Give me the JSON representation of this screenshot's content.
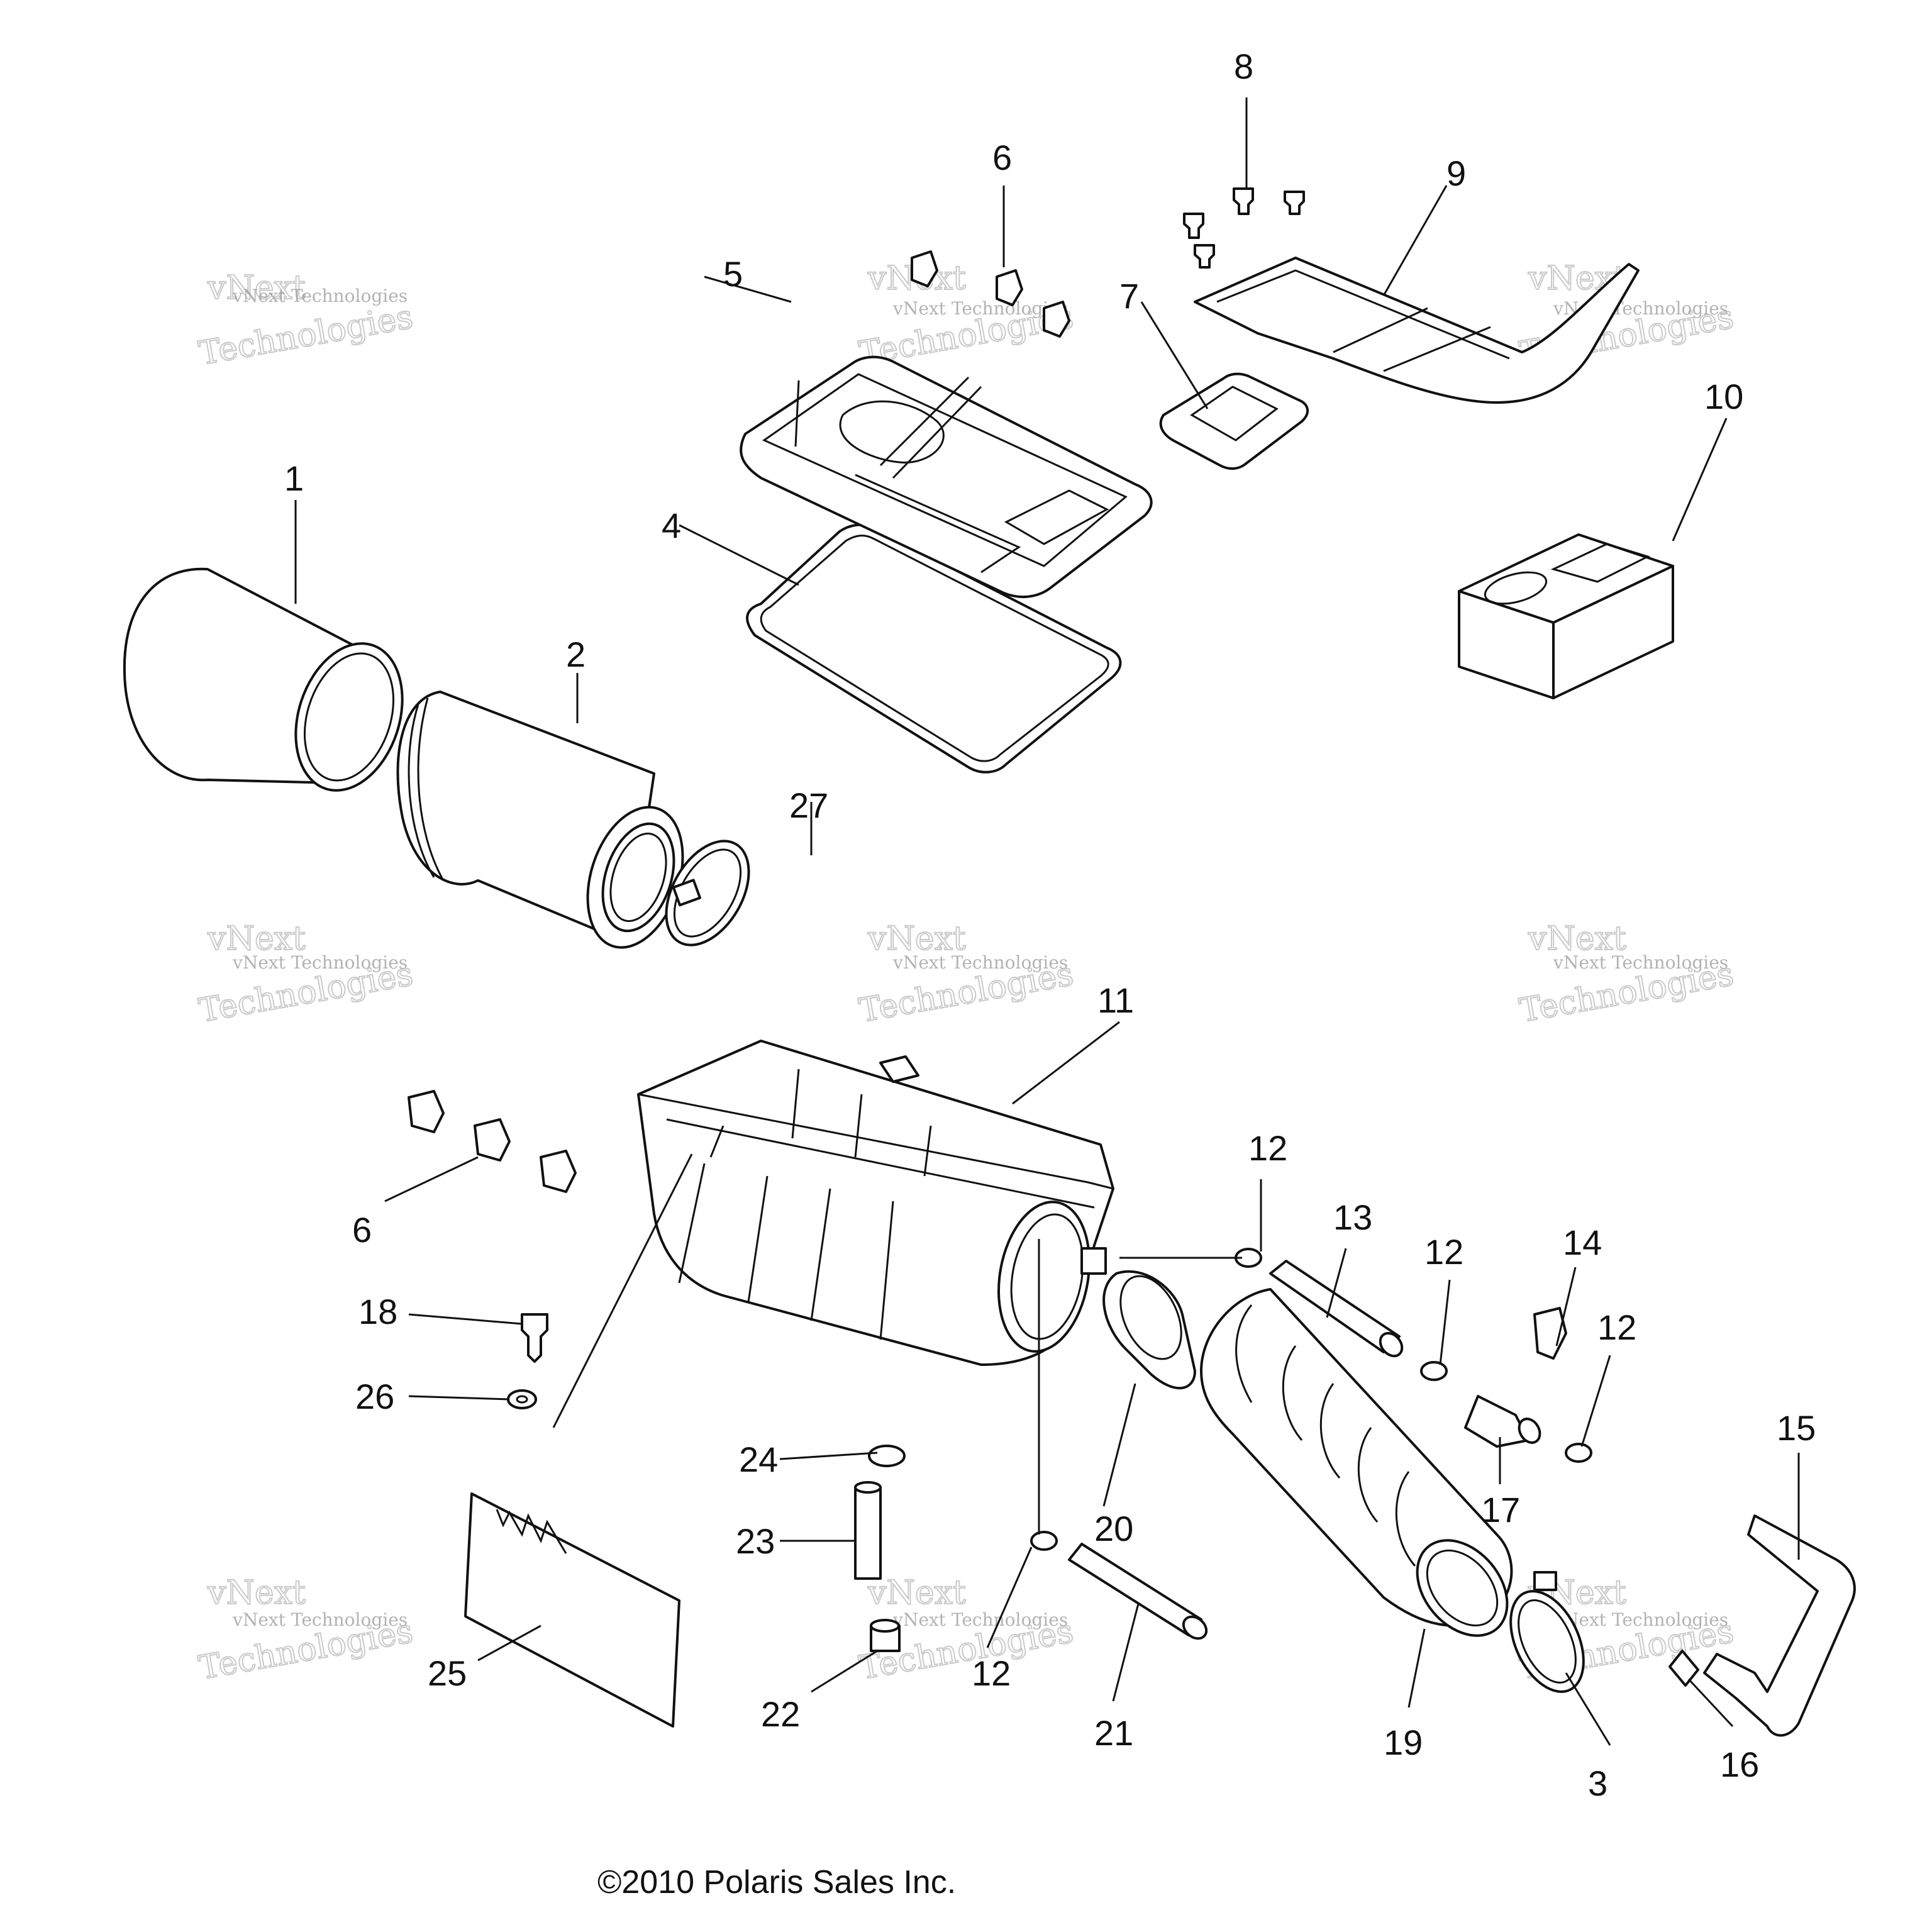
{
  "diagram": {
    "copyright": "©2010 Polaris Sales Inc.",
    "watermark": {
      "line1": "vNext Technologies",
      "line2": "vNext",
      "line3": "Technologies"
    },
    "callouts": [
      "1",
      "2",
      "3",
      "4",
      "5",
      "6",
      "6",
      "7",
      "8",
      "9",
      "10",
      "11",
      "12",
      "12",
      "12",
      "12",
      "13",
      "14",
      "15",
      "16",
      "17",
      "18",
      "19",
      "20",
      "21",
      "22",
      "23",
      "24",
      "25",
      "26",
      "27"
    ]
  }
}
